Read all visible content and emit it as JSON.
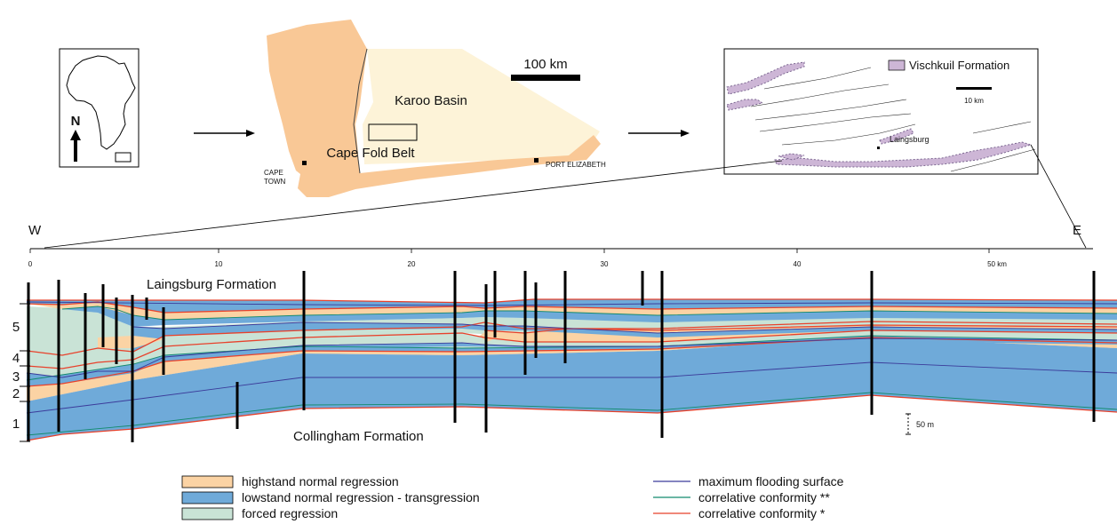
{
  "maps": {
    "inset_north": "N",
    "scale_main": "100 km",
    "karoo_basin": "Karoo Basin",
    "cape_fold_belt": "Cape Fold Belt",
    "cape_town_line1": "CAPE",
    "cape_town_line2": "TOWN",
    "port_elizabeth": "PORT ELIZABETH",
    "detail_legend": "Vischkuil Formation",
    "detail_scale": "10 km",
    "laingsburg_town": "Laingsburg"
  },
  "section": {
    "west": "W",
    "east": "E",
    "distance_ticks": [
      "0",
      "10",
      "20",
      "30",
      "40",
      "50 km"
    ],
    "formation_top": "Laingsburg Formation",
    "formation_bottom": "Collingham Formation",
    "unit_labels": [
      "5",
      "4",
      "3",
      "2",
      "1"
    ],
    "vertical_scale": "50 m"
  },
  "legend": {
    "facies": [
      {
        "label": "highstand normal regression",
        "color": "#fbd3a4"
      },
      {
        "label": "lowstand normal regression - transgression",
        "color": "#6faad9"
      },
      {
        "label": "forced regression",
        "color": "#c9e3d6"
      }
    ],
    "surfaces": [
      {
        "label": "maximum flooding surface",
        "color": "#3b3b9a"
      },
      {
        "label": "correlative conformity **",
        "color": "#138a6e"
      },
      {
        "label": "correlative conformity *",
        "color": "#e8412b"
      }
    ]
  }
}
